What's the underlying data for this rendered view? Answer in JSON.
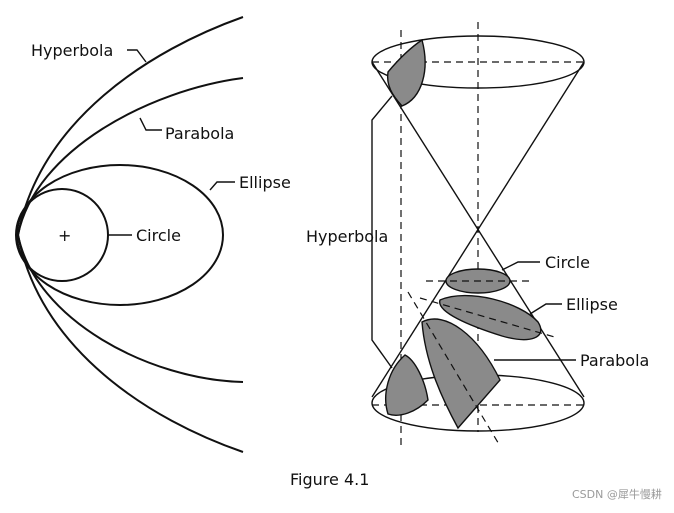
{
  "left_diagram": {
    "labels": {
      "hyperbola": "Hyperbola",
      "parabola": "Parabola",
      "ellipse": "Ellipse",
      "circle": "Circle",
      "focus_mark": "+"
    }
  },
  "right_diagram": {
    "labels": {
      "hyperbola": "Hyperbola",
      "circle": "Circle",
      "ellipse": "Ellipse",
      "parabola": "Parabola"
    }
  },
  "caption": "Figure 4.1",
  "watermark": "CSDN @犀牛慢耕"
}
